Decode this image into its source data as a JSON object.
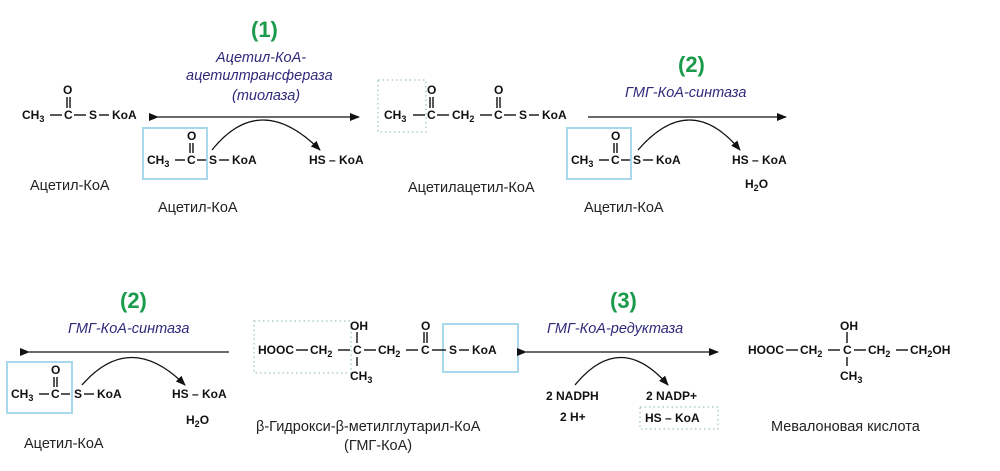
{
  "reaction1": {
    "number": "(1)",
    "enzyme_line1": "Ацетил-КоА-",
    "enzyme_line2": "ацетилтрансфераза",
    "enzyme_line3": "(тиолаза)",
    "substrate_caption": "Ацетил-КоА",
    "cosubstrate_caption": "Ацетил-КоА",
    "product_caption": "Ацетилацетил-КоА",
    "released": "HS – KoA"
  },
  "reaction2a": {
    "number": "(2)",
    "enzyme": "ГМГ-КоА-синтаза",
    "cosubstrate_caption": "Ацетил-КоА",
    "released_1": "HS – KoA",
    "released_2": "H2O"
  },
  "reaction2b": {
    "number": "(2)",
    "enzyme": "ГМГ-КоА-синтаза",
    "cosubstrate_caption": "Ацетил-КоА",
    "released_1": "HS – KoA",
    "released_2": "H2O",
    "product_caption_line1": "β-Гидрокси-β-метилглутарил-КоА",
    "product_caption_line2": "(ГМГ-КоА)"
  },
  "reaction3": {
    "number": "(3)",
    "enzyme": "ГМГ-КоА-редуктаза",
    "in_1": "2 NADPH",
    "in_2": "2 H+",
    "out_1": "2 NADP+",
    "out_2": "HS – KoA",
    "product_caption": "Мевалоновая кислота"
  },
  "labels": {
    "ch3": "CH",
    "three": "3",
    "c": "C",
    "s": "S",
    "koa": "KoA",
    "o": "O",
    "oh": "OH",
    "ch2": "CH",
    "two": "2",
    "hooc": "HOOC",
    "ch2oh": "CH",
    "h": "H",
    "hs": "HS"
  },
  "colors": {
    "number": "#1a9b4b",
    "enzyme": "#2e2a7a",
    "highlight": "#a8d8ec",
    "dotted": "#9cc9b8"
  }
}
